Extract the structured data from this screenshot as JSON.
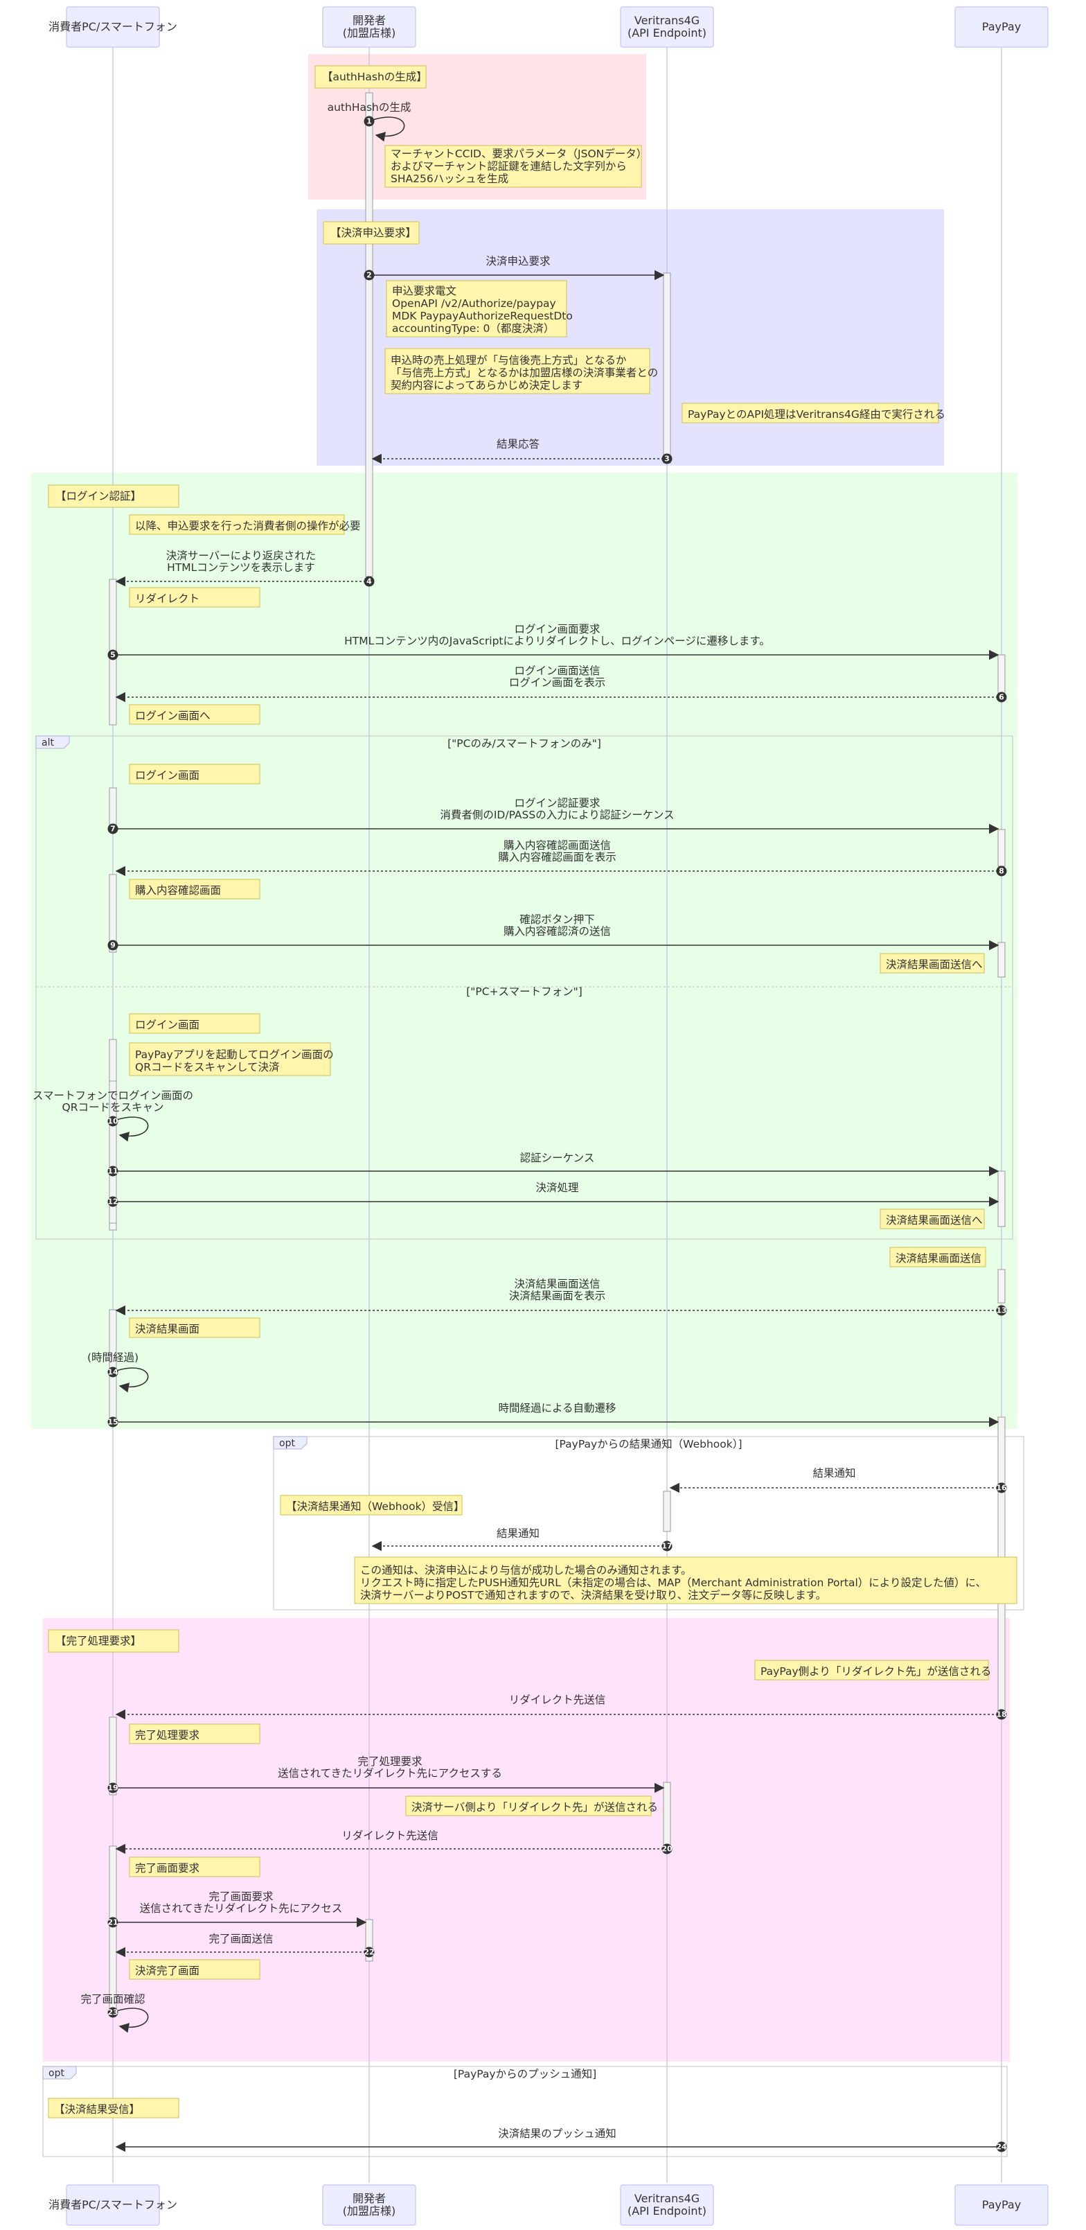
{
  "actors": [
    {
      "id": "c",
      "lines": [
        "消費者PC/スマートフォン"
      ]
    },
    {
      "id": "d",
      "lines": [
        "開発者",
        "(加盟店様)"
      ]
    },
    {
      "id": "v",
      "lines": [
        "Veritrans4G",
        "(API Endpoint)"
      ]
    },
    {
      "id": "p",
      "lines": [
        "PayPay"
      ]
    }
  ],
  "colors": {
    "pink": "#ffe3e6",
    "lavender": "#e3e3ff",
    "mint": "#e6ffe6",
    "magenta": "#ffe3fa",
    "note_fill": "#fff5ad",
    "actor_fill": "#ececff"
  },
  "sections": [
    {
      "id": "sec-authhash",
      "color": "pink",
      "title": "【authHashの生成】"
    },
    {
      "id": "sec-request",
      "color": "lavender",
      "title": "【決済申込要求】"
    },
    {
      "id": "sec-login",
      "color": "mint",
      "title": "【ログイン認証】"
    },
    {
      "id": "sec-complete",
      "color": "magenta",
      "title": "【完了処理要求】"
    }
  ],
  "frames": [
    {
      "id": "frame-alt",
      "tab": "alt",
      "label": "[\"PCのみ/スマートフォンのみ\"]",
      "else_label": "[\"PC+スマートフォン\"]"
    },
    {
      "id": "frame-opt-webhook",
      "tab": "opt",
      "label": "[PayPayからの結果通知（Webhook）]"
    },
    {
      "id": "frame-opt-push",
      "tab": "opt",
      "label": "[PayPayからのプッシュ通知]"
    }
  ],
  "notes": [
    {
      "id": "n-authhash-detail",
      "lines": [
        "マーチャントCCID、要求パラメータ（JSONデータ）",
        "およびマーチャント認証鍵を連結した文字列から",
        "SHA256ハッシュを生成"
      ]
    },
    {
      "id": "n-request-body",
      "lines": [
        "申込要求電文",
        "OpenAPI /v2/Authorize/paypay",
        "MDK PaypayAuthorizeRequestDto",
        "accountingType: 0（都度決済）"
      ]
    },
    {
      "id": "n-sales-method",
      "lines": [
        "申込時の売上処理が「与信後売上方式」となるか",
        "「与信売上方式」となるかは加盟店様の決済事業者との",
        "契約内容によってあらかじめ決定します"
      ]
    },
    {
      "id": "n-via-veritrans",
      "lines": [
        "PayPayとのAPI処理はVeritrans4G経由で実行される"
      ]
    },
    {
      "id": "n-consumer-op",
      "lines": [
        "以降、申込要求を行った消費者側の操作が必要"
      ]
    },
    {
      "id": "n-redirect",
      "lines": [
        "リダイレクト"
      ]
    },
    {
      "id": "n-to-login",
      "lines": [
        "ログイン画面へ"
      ]
    },
    {
      "id": "n-login-screen-1",
      "lines": [
        "ログイン画面"
      ]
    },
    {
      "id": "n-confirm-screen",
      "lines": [
        "購入内容確認画面"
      ]
    },
    {
      "id": "n-send-result-1",
      "lines": [
        "決済結果画面送信へ"
      ]
    },
    {
      "id": "n-login-screen-2",
      "lines": [
        "ログイン画面"
      ]
    },
    {
      "id": "n-paypay-app",
      "lines": [
        "PayPayアプリを起動してログイン画面の",
        "QRコードをスキャンして決済"
      ]
    },
    {
      "id": "n-send-result-2",
      "lines": [
        "決済結果画面送信へ"
      ]
    },
    {
      "id": "n-result-send",
      "lines": [
        "決済結果画面送信"
      ]
    },
    {
      "id": "n-result-screen",
      "lines": [
        "決済結果画面"
      ]
    },
    {
      "id": "n-webhook-recv",
      "lines": [
        "【決済結果通知（Webhook）受信】"
      ]
    },
    {
      "id": "n-webhook-info",
      "lines": [
        "この通知は、決済申込により与信が成功した場合のみ通知されます。",
        "リクエスト時に指定したPUSH通知先URL（未指定の場合は、MAP（Merchant Administration Portal）により設定した値）に、",
        "決済サーバーよりPOSTで通知されますので、決済結果を受け取り、注文データ等に反映します。"
      ]
    },
    {
      "id": "n-redirect-from-paypay",
      "lines": [
        "PayPay側より「リダイレクト先」が送信される"
      ]
    },
    {
      "id": "n-complete-req",
      "lines": [
        "完了処理要求"
      ]
    },
    {
      "id": "n-redirect-from-server",
      "lines": [
        "決済サーバ側より「リダイレクト先」が送信される"
      ]
    },
    {
      "id": "n-complete-screen-req",
      "lines": [
        "完了画面要求"
      ]
    },
    {
      "id": "n-complete-screen",
      "lines": [
        "決済完了画面"
      ]
    },
    {
      "id": "n-result-recv",
      "lines": [
        "【決済結果受信】"
      ]
    }
  ],
  "messages": [
    {
      "n": "1",
      "from": "d",
      "to": "d",
      "style": "solid",
      "lines": [
        "authHashの生成"
      ]
    },
    {
      "n": "2",
      "from": "d",
      "to": "v",
      "style": "solid",
      "lines": [
        "決済申込要求"
      ]
    },
    {
      "n": "3",
      "from": "v",
      "to": "d",
      "style": "dotted",
      "lines": [
        "結果応答"
      ]
    },
    {
      "n": "4",
      "from": "d",
      "to": "c",
      "style": "dotted",
      "lines": [
        "決済サーバーにより返戻された",
        "HTMLコンテンツを表示します"
      ]
    },
    {
      "n": "5",
      "from": "c",
      "to": "p",
      "style": "solid",
      "lines": [
        "ログイン画面要求",
        "HTMLコンテンツ内のJavaScriptによりリダイレクトし、ログインページに遷移します。"
      ]
    },
    {
      "n": "6",
      "from": "p",
      "to": "c",
      "style": "dotted",
      "lines": [
        "ログイン画面送信",
        "ログイン画面を表示"
      ]
    },
    {
      "n": "7",
      "from": "c",
      "to": "p",
      "style": "solid",
      "lines": [
        "ログイン認証要求",
        "消費者側のID/PASSの入力により認証シーケンス"
      ]
    },
    {
      "n": "8",
      "from": "p",
      "to": "c",
      "style": "dotted",
      "lines": [
        "購入内容確認画面送信",
        "購入内容確認画面を表示"
      ]
    },
    {
      "n": "9",
      "from": "c",
      "to": "p",
      "style": "solid",
      "lines": [
        "確認ボタン押下",
        "購入内容確認済の送信"
      ]
    },
    {
      "n": "10",
      "from": "c",
      "to": "c",
      "style": "solid",
      "lines": [
        "スマートフォンでログイン画面の",
        "QRコードをスキャン"
      ]
    },
    {
      "n": "11",
      "from": "c",
      "to": "p",
      "style": "solid",
      "lines": [
        "認証シーケンス"
      ]
    },
    {
      "n": "12",
      "from": "c",
      "to": "p",
      "style": "solid",
      "lines": [
        "決済処理"
      ]
    },
    {
      "n": "13",
      "from": "p",
      "to": "c",
      "style": "dotted",
      "lines": [
        "決済結果画面送信",
        "決済結果画面を表示"
      ]
    },
    {
      "n": "14",
      "from": "c",
      "to": "c",
      "style": "solid",
      "lines": [
        "(時間経過)"
      ]
    },
    {
      "n": "15",
      "from": "c",
      "to": "p",
      "style": "solid",
      "lines": [
        "時間経過による自動遷移"
      ]
    },
    {
      "n": "16",
      "from": "p",
      "to": "v",
      "style": "dotted",
      "lines": [
        "結果通知"
      ]
    },
    {
      "n": "17",
      "from": "v",
      "to": "d",
      "style": "dotted",
      "lines": [
        "結果通知"
      ]
    },
    {
      "n": "18",
      "from": "p",
      "to": "c",
      "style": "dotted",
      "lines": [
        "リダイレクト先送信"
      ]
    },
    {
      "n": "19",
      "from": "c",
      "to": "v",
      "style": "solid",
      "lines": [
        "完了処理要求",
        "送信されてきたリダイレクト先にアクセスする"
      ]
    },
    {
      "n": "20",
      "from": "v",
      "to": "c",
      "style": "dotted",
      "lines": [
        "リダイレクト先送信"
      ]
    },
    {
      "n": "21",
      "from": "c",
      "to": "d",
      "style": "solid",
      "lines": [
        "完了画面要求",
        "送信されてきたリダイレクト先にアクセス"
      ]
    },
    {
      "n": "22",
      "from": "d",
      "to": "c",
      "style": "dotted",
      "lines": [
        "完了画面送信"
      ]
    },
    {
      "n": "23",
      "from": "c",
      "to": "c",
      "style": "solid",
      "lines": [
        "完了画面確認"
      ]
    },
    {
      "n": "24",
      "from": "p",
      "to": "c",
      "style": "solid",
      "lines": [
        "決済結果のプッシュ通知"
      ]
    }
  ]
}
